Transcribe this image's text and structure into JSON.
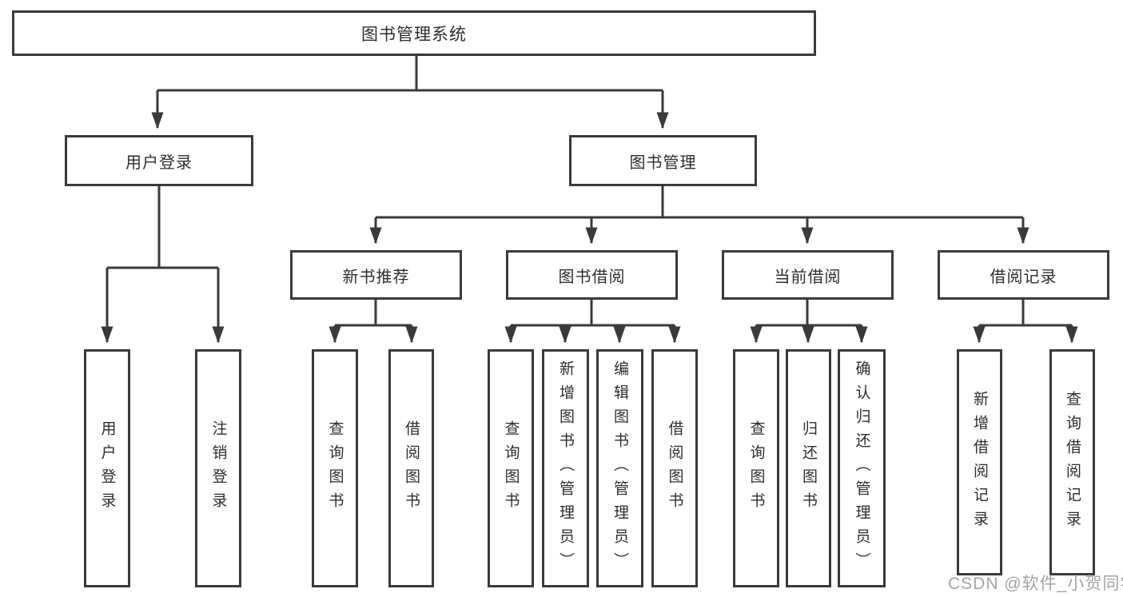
{
  "nodes": {
    "root": "图书管理系统",
    "user_login": "用户登录",
    "book_mgmt": "图书管理",
    "new_book_rec": "新书推荐",
    "book_borrow": "图书借阅",
    "current_borrow": "当前借阅",
    "borrow_record": "借阅记录",
    "leaf_user_login": "用户登录",
    "leaf_logout": "注销登录",
    "leaf_nbr_query": "查询图书",
    "leaf_nbr_borrow": "借阅图书",
    "leaf_bb_query": "查询图书",
    "leaf_bb_add": "新增图书（管理员）",
    "leaf_bb_edit": "编辑图书（管理员）",
    "leaf_bb_borrow": "借阅图书",
    "leaf_cb_query": "查询图书",
    "leaf_cb_return": "归还图书",
    "leaf_cb_confirm": "确认归还（管理员）",
    "leaf_br_add": "新增借阅记录",
    "leaf_br_query": "查询借阅记录"
  },
  "watermark": "CSDN @软件_小贺同学",
  "colors": {
    "line": "#3a3a3a",
    "text": "#2d2d2d",
    "watermark": "#a6a2a8",
    "background": "#ffffff"
  }
}
